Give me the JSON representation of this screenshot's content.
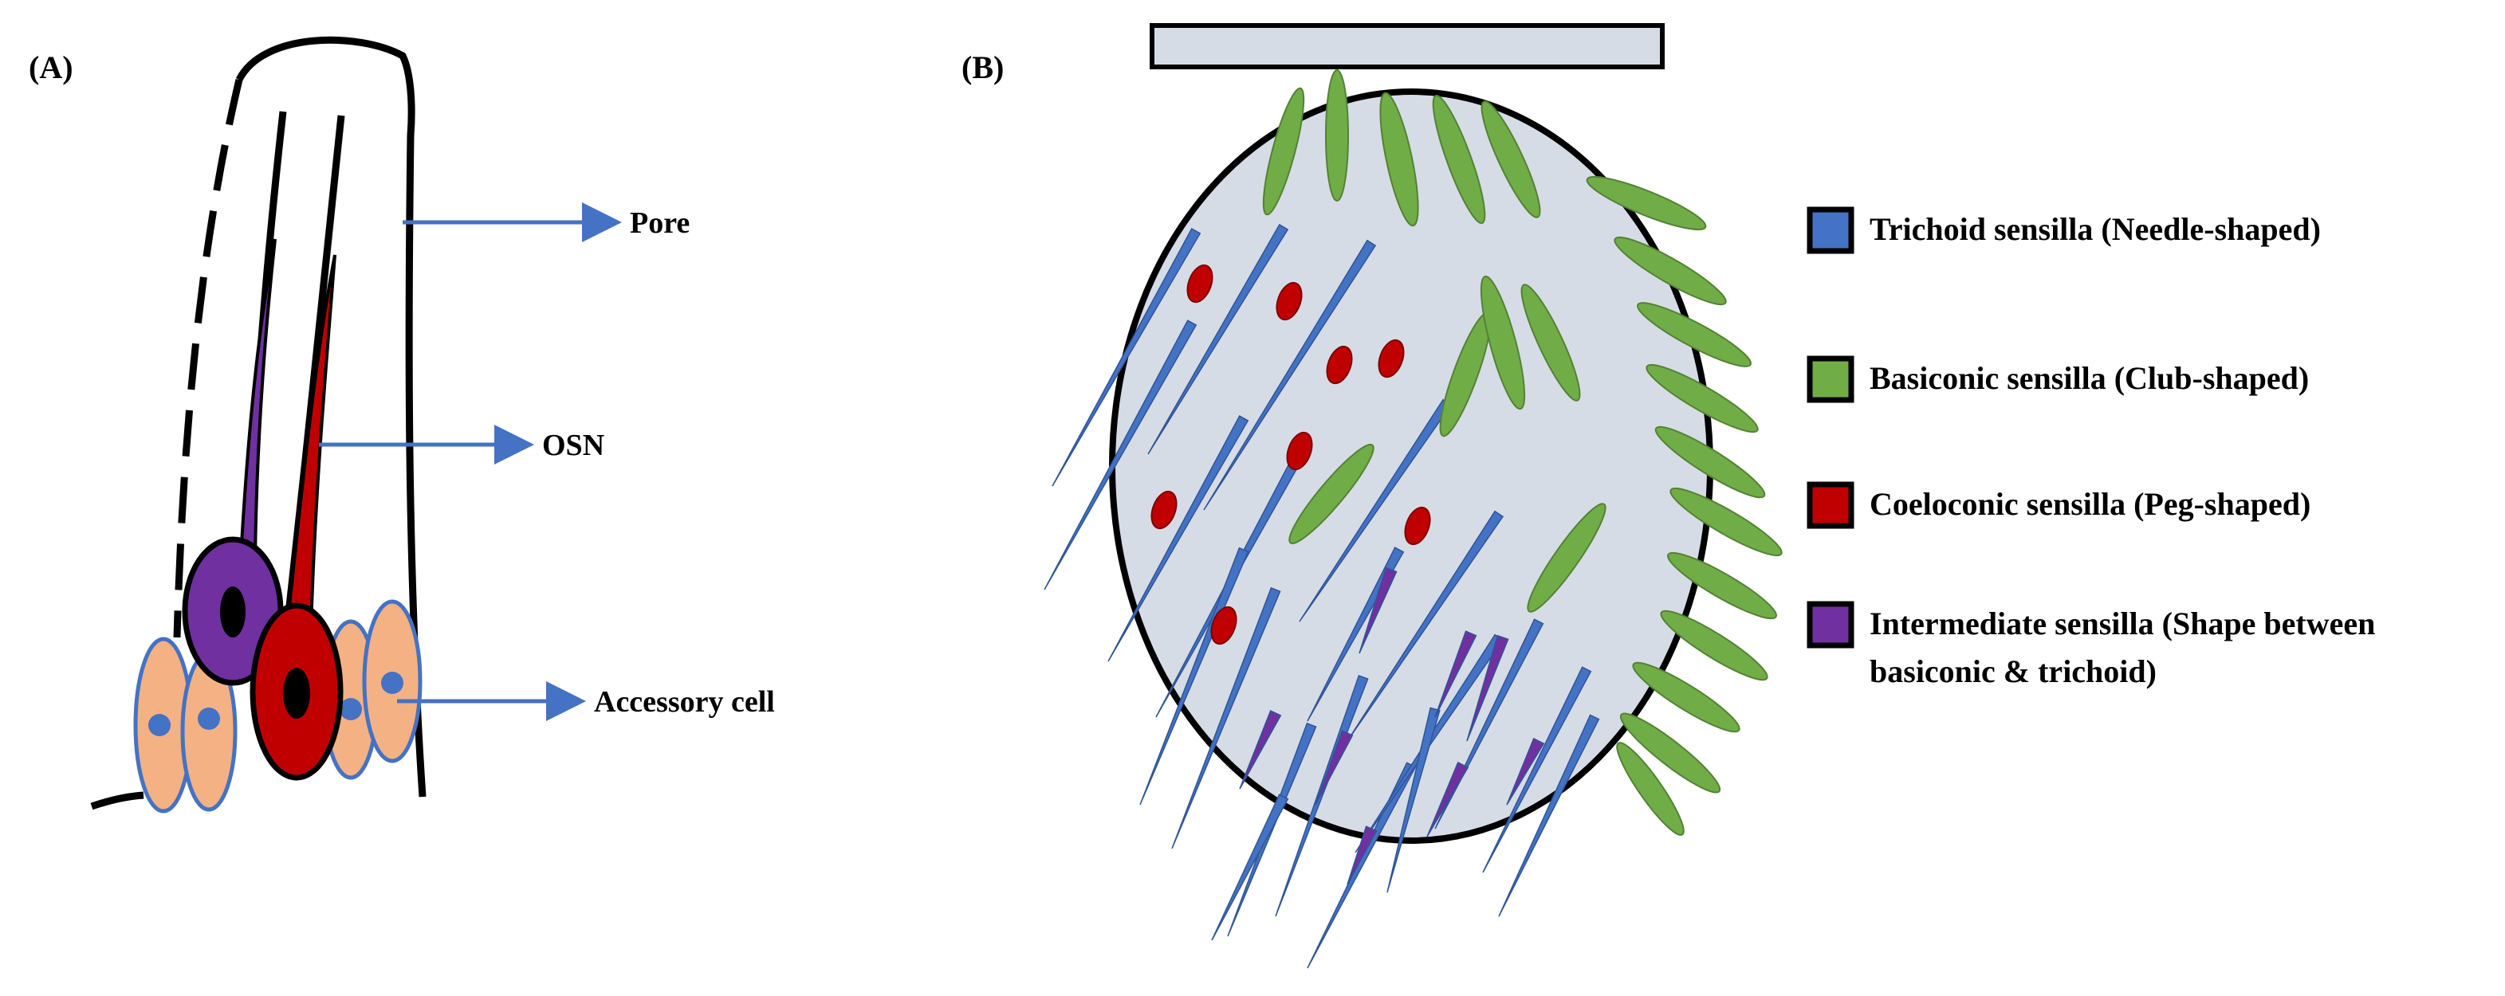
{
  "panel_a": {
    "label": "(A)",
    "callouts": {
      "pore": "Pore",
      "osn": "OSN",
      "accessory": "Accessory cell"
    }
  },
  "panel_b": {
    "label": "(B)",
    "legend": [
      {
        "line1": "Trichoid sensilla (Needle-shaped)",
        "line2": "",
        "color": "#4472C4"
      },
      {
        "line1": "Basiconic sensilla (Club-shaped)",
        "line2": "",
        "color": "#70AD47"
      },
      {
        "line1": "Coeloconic sensilla (Peg-shaped)",
        "line2": "",
        "color": "#C00000"
      },
      {
        "line1": "Intermediate sensilla (Shape between",
        "line2": "basiconic & trichoid)",
        "color": "#7030A0"
      }
    ]
  },
  "colors": {
    "arrow": "#4472C4",
    "purple_neuron": "#7030A0",
    "red_neuron": "#C00000",
    "accessory_fill": "#F4B183",
    "antenna_fill": "#D6DCE5",
    "nucleus": "#000000",
    "cell_nucleus": "#4472C4"
  }
}
